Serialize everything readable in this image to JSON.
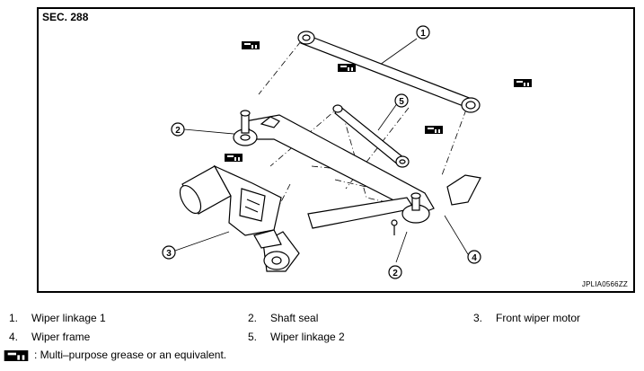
{
  "diagram": {
    "section": "SEC. 288",
    "figure_id": "JPLIA0566ZZ",
    "callouts": [
      "1",
      "2",
      "2",
      "3",
      "4",
      "5"
    ]
  },
  "legend": [
    {
      "num": "1.",
      "label": "Wiper linkage 1"
    },
    {
      "num": "2.",
      "label": "Shaft seal"
    },
    {
      "num": "3.",
      "label": "Front wiper motor"
    },
    {
      "num": "4.",
      "label": "Wiper frame"
    },
    {
      "num": "5.",
      "label": "Wiper linkage 2"
    }
  ],
  "note": {
    "icon": "grease-symbol-icon",
    "text": ": Multi–purpose grease or an equivalent."
  }
}
